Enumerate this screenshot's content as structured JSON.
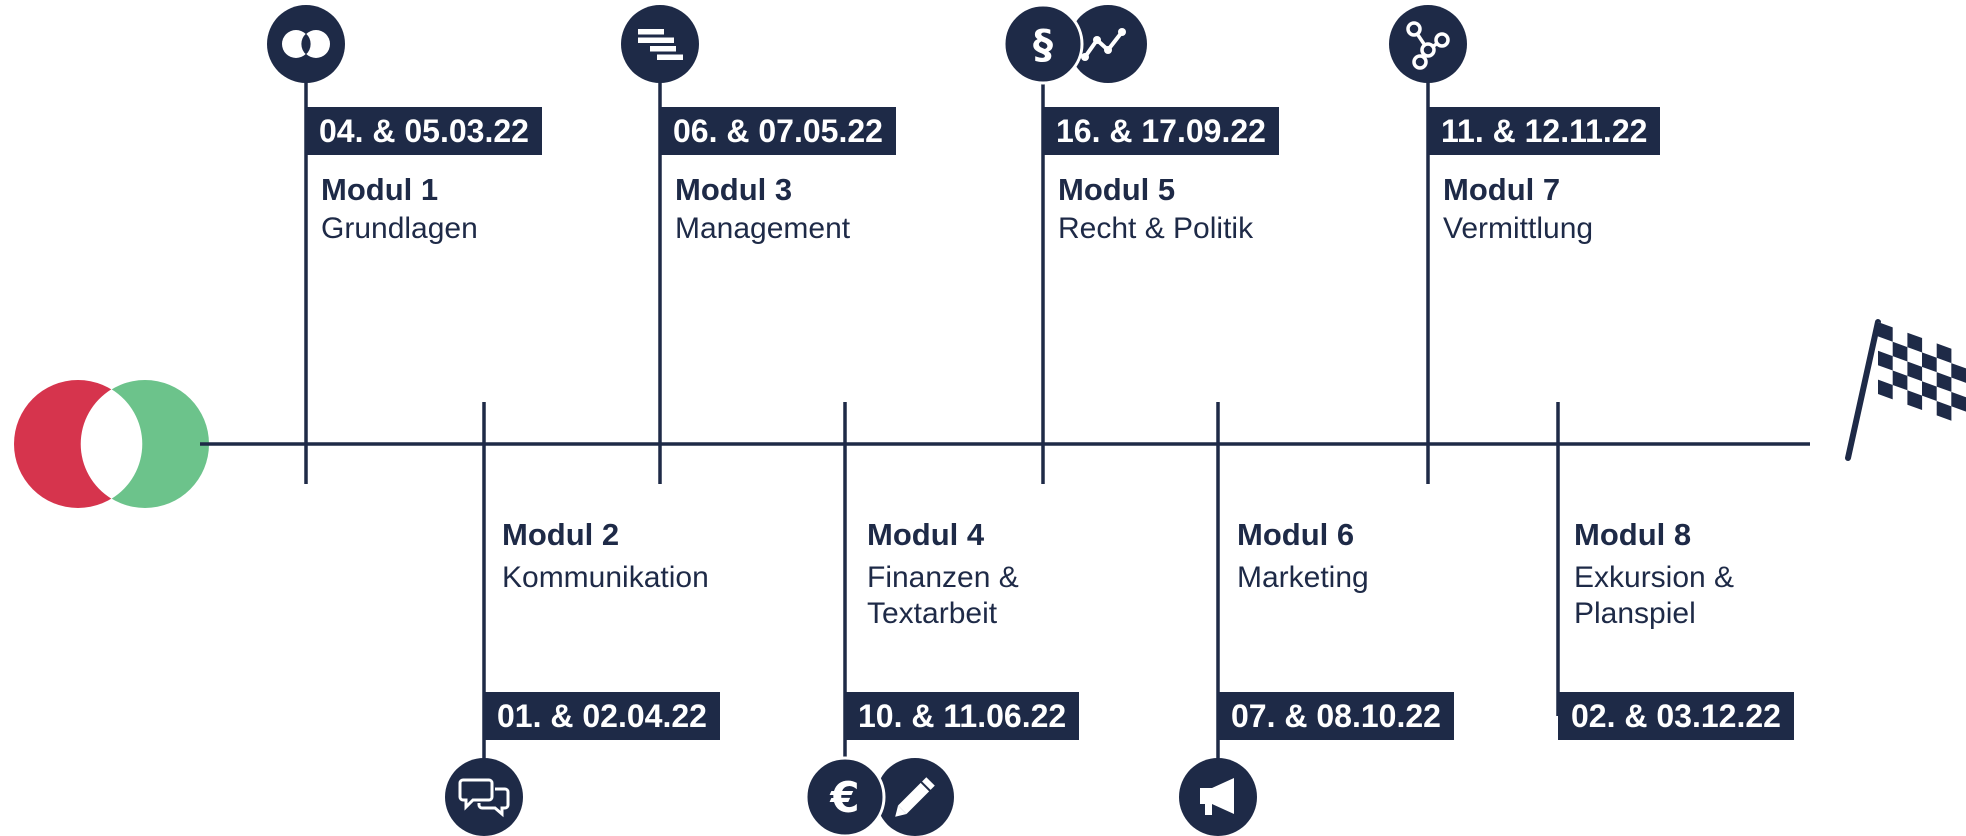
{
  "colors": {
    "navy": "#1e2a47",
    "red": "#d6344d",
    "green": "#6cc38b",
    "white": "#ffffff"
  },
  "modules": [
    {
      "title": "Modul 1",
      "subtitle": "Grundlagen",
      "date": "04. & 05.03.22",
      "icons": [
        "overlapping-circles-icon"
      ]
    },
    {
      "title": "Modul 2",
      "subtitle": "Kommunikation",
      "date": "01. & 02.04.22",
      "icons": [
        "chat-bubbles-icon"
      ]
    },
    {
      "title": "Modul 3",
      "subtitle": "Management",
      "date": "06. & 07.05.22",
      "icons": [
        "gantt-bars-icon"
      ]
    },
    {
      "title": "Modul 4",
      "subtitle": "Finanzen & Textarbeit",
      "date": "10. & 11.06.22",
      "icons": [
        "euro-icon",
        "pencil-icon"
      ]
    },
    {
      "title": "Modul 5",
      "subtitle": "Recht & Politik",
      "date": "16. & 17.09.22",
      "icons": [
        "paragraph-icon",
        "line-chart-icon"
      ]
    },
    {
      "title": "Modul 6",
      "subtitle": "Marketing",
      "date": "07. & 08.10.22",
      "icons": [
        "megaphone-icon"
      ]
    },
    {
      "title": "Modul 7",
      "subtitle": "Vermittlung",
      "date": "11. & 12.11.22",
      "icons": [
        "network-nodes-icon"
      ]
    },
    {
      "title": "Modul 8",
      "subtitle": "Exkursion & Planspiel",
      "date": "02. & 03.12.22",
      "icons": [
        "finish-flag-icon"
      ]
    }
  ],
  "icon_glyphs": {
    "euro": "€",
    "paragraph": "§"
  }
}
